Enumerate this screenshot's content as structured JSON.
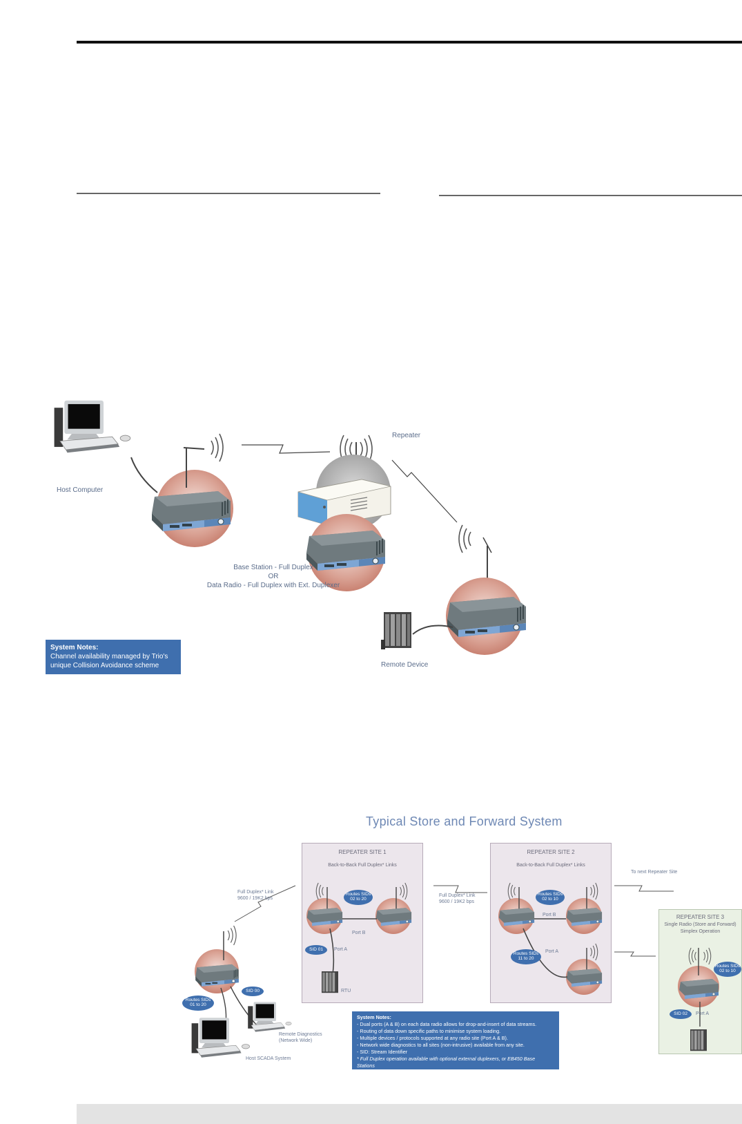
{
  "diagram1": {
    "host_computer": "Host Computer",
    "repeater": "Repeater",
    "base_line1": "Base Station - Full Duplex",
    "base_line2": "OR",
    "base_line3": "Data Radio - Full Duplex with Ext. Duplexer",
    "remote_device": "Remote Device",
    "notes": {
      "title": "System Notes:",
      "line1": "Channel availability managed by Trio's",
      "line2": "unique Collision Avoidance scheme"
    }
  },
  "diagram2": {
    "title": "Typical Store and Forward System",
    "link1_line1": "Full Duplex* Link",
    "link1_line2": "9600 / 19K2 bps",
    "link2_line1": "Full Duplex* Link",
    "link2_line2": "9600 / 19K2 bps",
    "to_next": "To next Repeater Site",
    "site1": {
      "title": "REPEATER SITE 1",
      "sub": "Back-to-Back Full Duplex* Links",
      "routes_l1": "Routes SIDs",
      "routes_l2": "02 to 20",
      "port_b": "Port B",
      "port_a": "Port A",
      "sid": "SID 01",
      "rtu": "RTU"
    },
    "site2": {
      "title": "REPEATER SITE 2",
      "sub": "Back-to-Back Full Duplex* Links",
      "routes1_l1": "Routes SIDs",
      "routes1_l2": "02 to 10",
      "port_b": "Port B",
      "port_a": "Port A",
      "routes2_l1": "Routes SIDs",
      "routes2_l2": "11 to 20"
    },
    "site3": {
      "title": "REPEATER SITE 3",
      "sub1": "Single Radio (Store and Forward)",
      "sub2": "Simplex Operation",
      "routes_l1": "Routes SIDs",
      "routes_l2": "02 to 10",
      "sid": "SID 02",
      "port_a": "Port A"
    },
    "host": {
      "routes_l1": "Routes SIDs",
      "routes_l2": "01 to 20",
      "sid": "SID 00",
      "diag_l1": "Remote Diagnostics",
      "diag_l2": "(Network Wide)",
      "scada": "Host SCADA System"
    },
    "notes": {
      "title": "System Notes:",
      "l1": "- Dual ports (A & B) on each data radio allows for drop-and-insert of data streams.",
      "l2": "- Routing of data down specific paths to minimise system loading.",
      "l3": "- Multiple devices / protocols supported at any radio site (Port A & B).",
      "l4": "- Network wide diagnostics to all sites (non-intrusive) available from any site.",
      "l5": "- SID: Stream Identifier",
      "l6": "* Full Duplex operation available with optional external duplexers, or EB450 Base Stations"
    }
  },
  "colors": {
    "note_blue": "#3f6fae",
    "label_blue": "#5a6c8a",
    "halo": "#d69a8c",
    "radio_blue": "#5b86b8",
    "radio_dark": "#3e4a4e"
  }
}
